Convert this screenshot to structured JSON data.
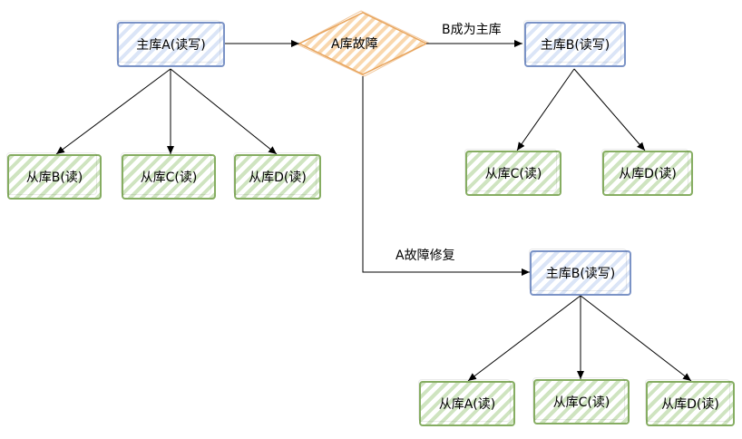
{
  "colors": {
    "master_border": "#7b93c6",
    "master_fill": "#dbe5f7",
    "slave_border": "#86ad62",
    "slave_fill": "#cfe4c0",
    "decision_border": "#e8a45c",
    "decision_fill": "#f9d7ad",
    "edge": "#000000"
  },
  "stage1": {
    "master": "主库A(读写)",
    "slaves": [
      "从库B(读)",
      "从库C(读)",
      "从库D(读)"
    ]
  },
  "decision": {
    "label": "A库故障"
  },
  "stage2": {
    "edge_label": "B成为主库",
    "master": "主库B(读写)",
    "slaves": [
      "从库C(读)",
      "从库D(读)"
    ]
  },
  "stage3": {
    "edge_label": "A故障修复",
    "master": "主库B(读写)",
    "slaves": [
      "从库A(读)",
      "从库C(读)",
      "从库D(读)"
    ]
  }
}
